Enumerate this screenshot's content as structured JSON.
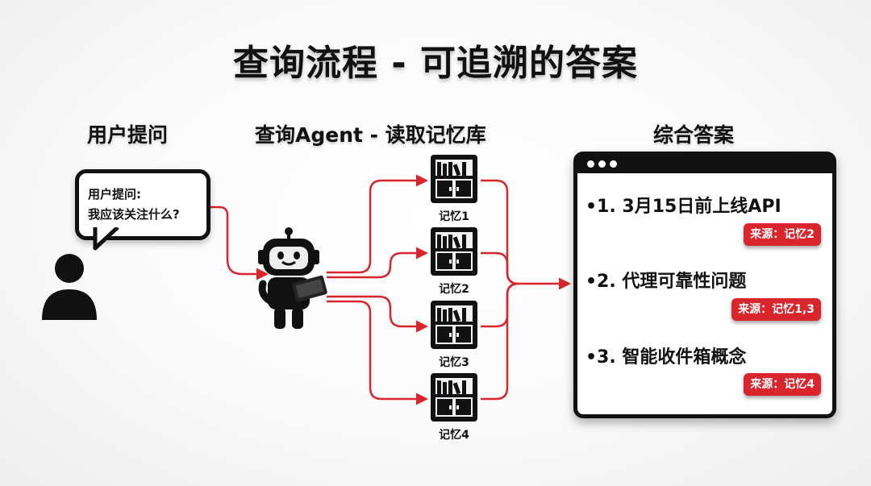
{
  "title": "查询流程 - 可追溯的答案",
  "sections": {
    "user": "用户提问",
    "agent": "查询Agent - 读取记忆库",
    "answer": "综合答案"
  },
  "question": {
    "line1": "用户提问:",
    "line2": "我应该关注什么?"
  },
  "memories": [
    "记忆1",
    "记忆2",
    "记忆3",
    "记忆4"
  ],
  "answers": [
    {
      "text": "•1. 3月15日前上线API",
      "source": "来源：记忆2"
    },
    {
      "text": "•2. 代理可靠性问题",
      "source": "来源：记忆1,3"
    },
    {
      "text": "•3. 智能收件箱概念",
      "source": "来源：记忆4"
    }
  ],
  "colors": {
    "connector": "#d9252c",
    "badge": "#d9252c",
    "ink": "#111111"
  },
  "icons": [
    "user-icon",
    "robot-icon",
    "bookshelf-icon",
    "browser-window-icon"
  ]
}
